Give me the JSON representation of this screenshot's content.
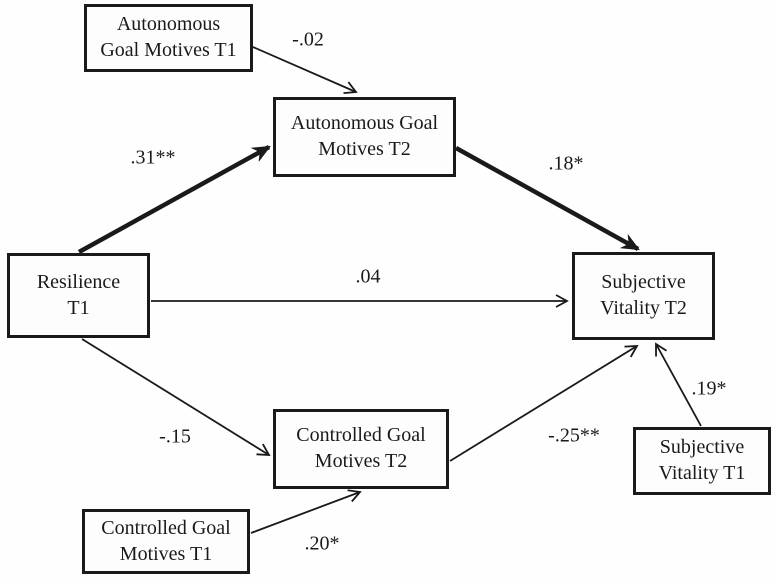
{
  "figure": {
    "type": "path-diagram",
    "description_visible": false
  },
  "colors": {
    "line": "#1a1a1a",
    "box_border": "#1a1a1a",
    "background": "#fefefe",
    "text": "#1a1a1a"
  },
  "nodes": {
    "agm1": {
      "line1": "Autonomous",
      "line2": "Goal Motives T1"
    },
    "agm2": {
      "line1": "Autonomous Goal",
      "line2": "Motives T2"
    },
    "res": {
      "line1": "Resilience",
      "line2": "T1"
    },
    "sv2": {
      "line1": "Subjective",
      "line2": "Vitality T2"
    },
    "cgm2": {
      "line1": "Controlled Goal",
      "line2": "Motives T2"
    },
    "cgm1": {
      "line1": "Controlled Goal",
      "line2": "Motives T1"
    },
    "sv1": {
      "line1": "Subjective",
      "line2": "Vitality T1"
    }
  },
  "coefficients": {
    "agm1_agm2": "-.02",
    "res_agm2": ".31**",
    "agm2_sv2": ".18*",
    "res_sv2": ".04",
    "res_cgm2": "-.15",
    "cgm1_cgm2": ".20*",
    "cgm2_sv2": "-.25**",
    "sv1_sv2": ".19*"
  },
  "paths": [
    {
      "from": "Autonomous Goal Motives T1",
      "to": "Autonomous Goal Motives T2",
      "coefficient": "-.02",
      "emphasis": "thin"
    },
    {
      "from": "Resilience T1",
      "to": "Autonomous Goal Motives T2",
      "coefficient": ".31**",
      "emphasis": "bold"
    },
    {
      "from": "Autonomous Goal Motives T2",
      "to": "Subjective Vitality T2",
      "coefficient": ".18*",
      "emphasis": "bold"
    },
    {
      "from": "Resilience T1",
      "to": "Subjective Vitality T2",
      "coefficient": ".04",
      "emphasis": "thin"
    },
    {
      "from": "Resilience T1",
      "to": "Controlled Goal Motives T2",
      "coefficient": "-.15",
      "emphasis": "thin"
    },
    {
      "from": "Controlled Goal Motives T1",
      "to": "Controlled Goal Motives T2",
      "coefficient": ".20*",
      "emphasis": "thin"
    },
    {
      "from": "Controlled Goal Motives T2",
      "to": "Subjective Vitality T2",
      "coefficient": "-.25**",
      "emphasis": "thin"
    },
    {
      "from": "Subjective Vitality T1",
      "to": "Subjective Vitality T2",
      "coefficient": ".19*",
      "emphasis": "thin"
    }
  ]
}
